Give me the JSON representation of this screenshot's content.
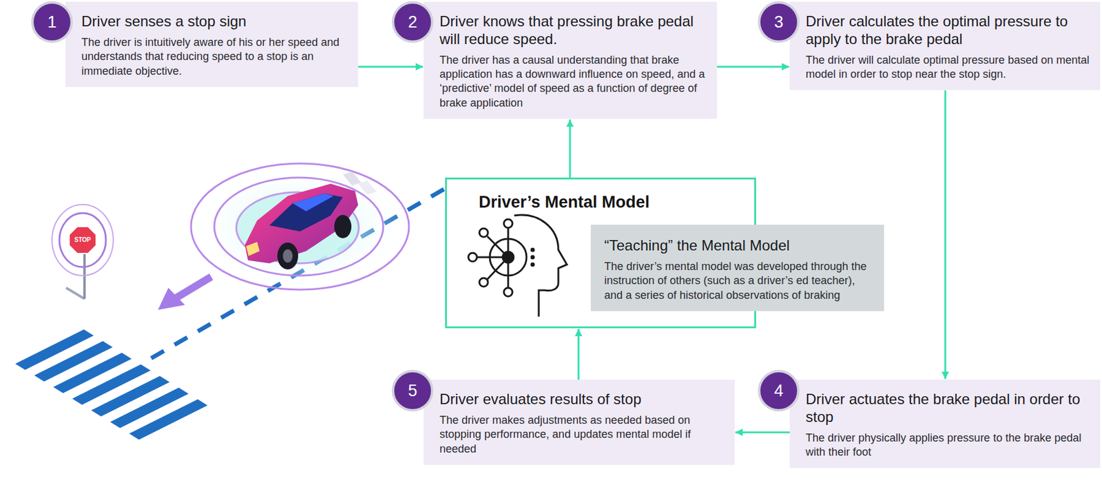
{
  "diagram": {
    "nodes": [
      {
        "text": [
          "Driver senses a stop sign",
          "The driver is intuitively aware of his or her speed and understands that reducing speed to a stop is an immediate objective."
        ]
      },
      {
        "text": [
          "Driver knows that pressing brake pedal will reduce speed.",
          "The driver has a causal understanding that brake application has a downward influence on speed, and a ‘predictive’ model of speed as a function of degree of brake application"
        ]
      },
      {
        "text": [
          "Driver calculates the optimal pressure to apply to the brake pedal",
          "The driver will calculate optimal pressure based on mental model in order to stop near the stop sign."
        ]
      },
      {
        "text": [
          "Driver’s Mental Model"
        ]
      },
      {
        "text": [
          "“Teaching” the Mental Model",
          "The driver’s mental model was developed through the instruction of others (such as a driver’s ed teacher), and a series of historical observations of braking"
        ]
      },
      {
        "text": [
          "Driver evaluates results of stop",
          "The driver makes adjustments as needed based on stopping performance, and updates mental model if needed"
        ]
      },
      {
        "text": [
          "Driver actuates the brake pedal in order to stop",
          "The driver physically applies pressure to the brake pedal with their foot"
        ]
      }
    ],
    "edges": [
      {
        "from": 0,
        "to": 1,
        "arrow": "to"
      },
      {
        "from": 1,
        "to": 2,
        "arrow": "to"
      },
      {
        "from": 2,
        "to": 6,
        "arrow": "to"
      },
      {
        "from": 6,
        "to": 5,
        "arrow": "to"
      },
      {
        "from": 5,
        "to": 3,
        "arrow": "to"
      },
      {
        "from": 3,
        "to": 1,
        "arrow": "to"
      }
    ],
    "labels": [
      "1",
      "2",
      "3",
      "4",
      "5",
      "STOP"
    ]
  }
}
